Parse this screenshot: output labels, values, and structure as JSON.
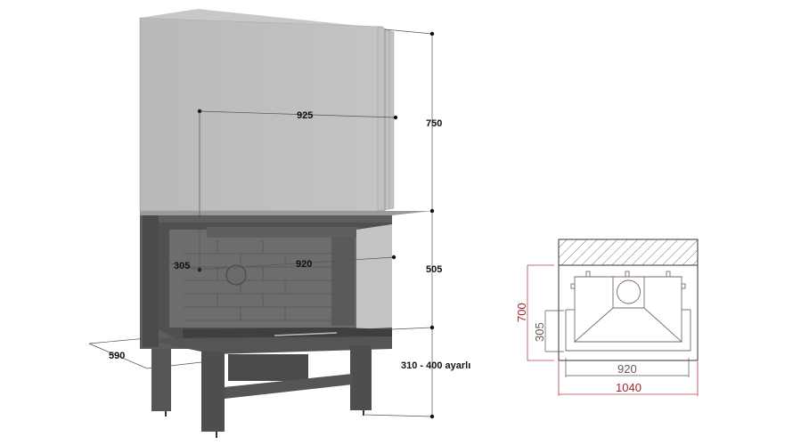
{
  "perspective_view": {
    "dimensions": {
      "hood_width": "925",
      "hood_height": "750",
      "firebox_height": "505",
      "firebox_depth": "305",
      "firebox_width": "920",
      "base_depth": "590",
      "leg_height": "310 - 400 ayarlı"
    }
  },
  "plan_view": {
    "dimensions": {
      "total_depth": "700",
      "inner_depth": "305",
      "inner_width": "920",
      "total_width": "1040"
    },
    "dimension_color": "#a0262b"
  }
}
